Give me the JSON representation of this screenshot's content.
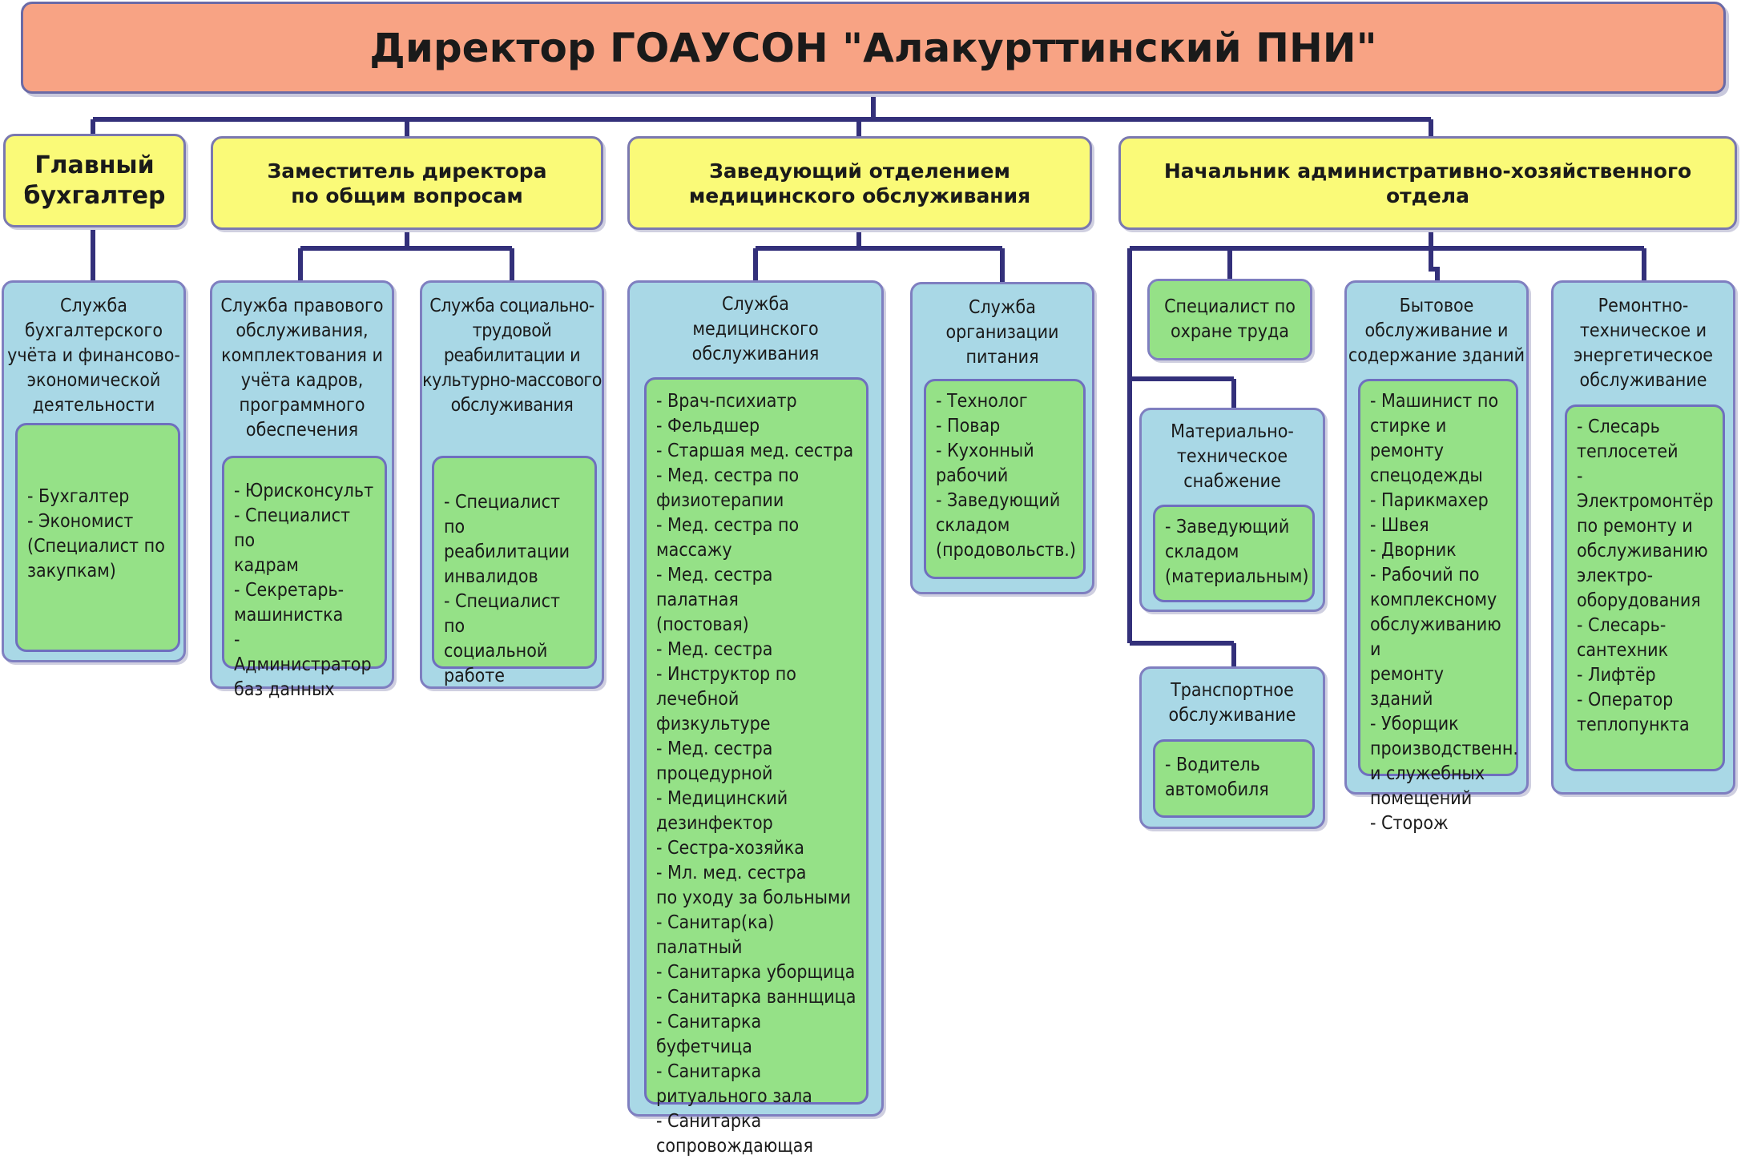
{
  "director": {
    "title": "Директор ГОАУСОН \"Алакурттинский ПНИ\""
  },
  "heads": {
    "chief_accountant": "Главный\nбухгалтер",
    "deputy": "Заместитель директора\nпо общим вопросам",
    "medical_head": "Заведующий отделением\nмедицинского обслуживания",
    "admin_head": "Начальник административно-хозяйственного отдела"
  },
  "services": {
    "accounting": {
      "title": "Служба\nбухгалтерского\nучёта и финансово-\nэкономической\nдеятельности",
      "items": [
        "- Бухгалтер",
        "- Экономист\n(Специалист по\nзакупкам)"
      ]
    },
    "legal": {
      "title": "Служба правового\nобслуживания,\nкомплектования и\nучёта кадров,\nпрограммного\nобеспечения",
      "items": [
        "- Юрисконсульт",
        "- Специалист по\nкадрам",
        "- Секретарь-\nмашинистка",
        "- Администратор\nбаз данных"
      ]
    },
    "social": {
      "title": "Служба социально-\nтрудовой\nреабилитации и\nкультурно-массового\nобслуживания",
      "items": [
        "- Специалист по\nреабилитации\nинвалидов",
        "- Специалист по\nсоциальной\nработе"
      ]
    },
    "medical": {
      "title": "Служба\nмедицинского\nобслуживания",
      "items": [
        "- Врач-психиатр",
        "- Фельдшер",
        "- Старшая мед. сестра",
        "- Мед. сестра по\nфизиотерапии",
        "- Мед. сестра по\nмассажу",
        "- Мед. сестра палатная\n(постовая)",
        "- Мед. сестра",
        "- Инструктор по\nлечебной физкультуре",
        "- Мед. сестра\nпроцедурной",
        "- Медицинский\nдезинфектор",
        "- Сестра-хозяйка",
        "- Мл. мед. сестра\nпо уходу за больными",
        "- Санитар(ка) палатный",
        "- Санитарка уборщица",
        "- Санитарка ваннщица",
        "- Санитарка буфетчица",
        "- Санитарка\nритуального зала",
        "- Санитарка\nсопровождающая"
      ]
    },
    "catering": {
      "title": "Служба\nорганизации\nпитания",
      "items": [
        "- Технолог",
        "- Повар",
        "- Кухонный\nрабочий",
        "- Заведующий\nскладом\n(продовольств.)"
      ]
    },
    "labor_safety": {
      "title": "Специалист по\nохране труда"
    },
    "supply": {
      "title": "Материально-\nтехническое\nснабжение",
      "items": [
        "- Заведующий\nскладом\n(материальным)"
      ]
    },
    "transport": {
      "title": "Транспортное\nобслуживание",
      "items": [
        "- Водитель\nавтомобиля"
      ]
    },
    "household": {
      "title": "Бытовое\nобслуживание и\nсодержание зданий",
      "items": [
        "- Машинист по\nстирке и ремонту\nспецодежды",
        "- Парикмахер",
        "- Швея",
        "- Дворник",
        "- Рабочий по\nкомплексному\nобслуживанию и\nремонту зданий",
        "- Уборщик\nпроизводственн.\nи служебных\nпомещений",
        "- Сторож"
      ]
    },
    "repair": {
      "title": "Ремонтно-\nтехническое и\nэнергетическое\nобслуживание",
      "items": [
        "- Слесарь\nтеплосетей",
        "- Электромонтёр\nпо ремонту и\nобслуживанию\nэлектро-\nоборудования",
        "- Слесарь-\nсантехник",
        "- Лифтёр",
        "- Оператор\nтеплопункта"
      ]
    }
  },
  "colors": {
    "director_fill": "#f8a384",
    "head_fill": "#fafa78",
    "service_fill": "#a9d8e6",
    "staff_fill": "#95e187",
    "connector": "#33307a"
  }
}
